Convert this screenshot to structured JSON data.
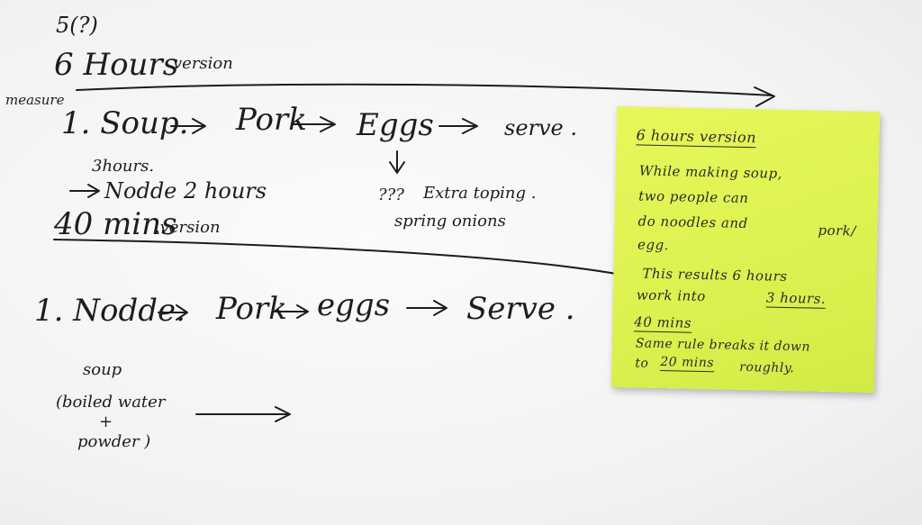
{
  "whiteboard": {
    "top_note": "5(?)",
    "six_hours": {
      "title_big": "6 Hours",
      "title_small": "version",
      "measure": "measure",
      "steps": [
        "1. Soup.",
        "Pork",
        "Eggs",
        "serve ."
      ],
      "soup_time": "3hours.",
      "noodle": "Nodde 2 hours",
      "extra_q": "???",
      "extra_topping": "Extra toping .",
      "spring_onions": "spring onions"
    },
    "forty_mins": {
      "title_big": "40 mins",
      "title_small": ".version",
      "steps": [
        "1. Nodde.",
        "Pork",
        "eggs",
        "Serve ."
      ],
      "soup": "soup",
      "soup_detail_1": "(boiled water",
      "plus": "+",
      "soup_detail_2": "powder )"
    }
  },
  "sticky_note": {
    "heading": "6 hours version",
    "line1": "While making soup,",
    "line2": "two people can",
    "line3": "do noodles and",
    "line3b": "pork/",
    "line4": "egg.",
    "line5a": "This results 6 hours",
    "line6a": "work into",
    "line6b": "3 hours.",
    "heading2": "40 mins",
    "line7": "Same rule  breaks it down",
    "line8a": "to",
    "line8b": "20 mins",
    "line8c": "roughly."
  },
  "colors": {
    "sticky": "#dcf14f",
    "ink": "#1d1d1d",
    "board": "#f6f6f6"
  }
}
